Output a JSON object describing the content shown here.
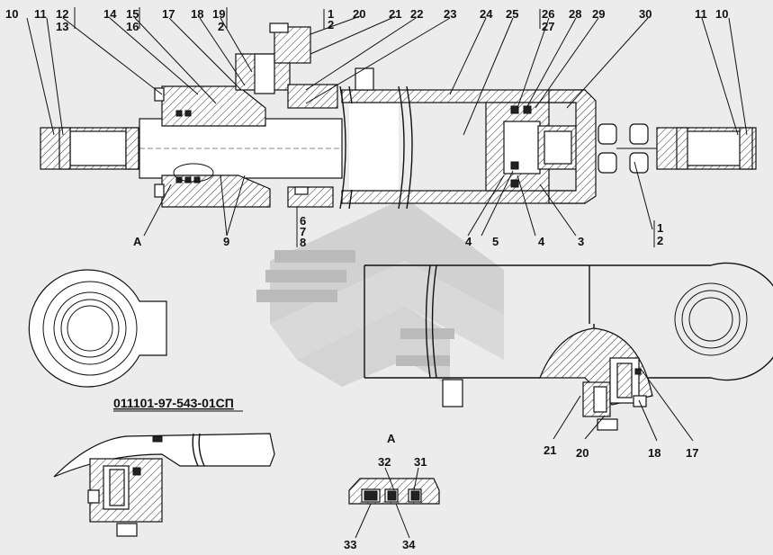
{
  "drawing": {
    "caption": "011101-97-543-01СП",
    "section_label": "А",
    "watermark_color": "#c9c9c9"
  },
  "callouts_top": {
    "c10": "10",
    "c11": "11",
    "c12": "12",
    "c13": "13",
    "c14": "14",
    "c15": "15",
    "c16": "16",
    "c17": "17",
    "c18": "18",
    "c19": "19",
    "c19b": "2",
    "c20a": "1",
    "c20b": "2",
    "c20": "20",
    "c21": "21",
    "c22": "22",
    "c23": "23",
    "c24": "24",
    "c25": "25",
    "c26": "26",
    "c27": "27",
    "c28": "28",
    "c29": "29",
    "c30": "30",
    "r11": "11",
    "r10": "10"
  },
  "callouts_bottom": {
    "a": "А",
    "c9": "9",
    "c6": "6",
    "c7": "7",
    "c8": "8",
    "c4a": "4",
    "c5": "5",
    "c4b": "4",
    "c3": "3",
    "c1": "1",
    "c2": "2"
  },
  "callouts_detail": {
    "c21": "21",
    "c20": "20",
    "c18": "18",
    "c17": "17"
  },
  "callouts_sectionA": {
    "c32": "32",
    "c31": "31",
    "c33": "33",
    "c34": "34"
  }
}
